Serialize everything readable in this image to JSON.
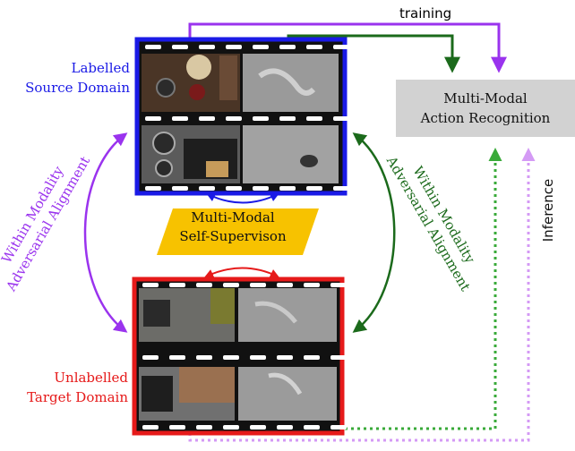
{
  "labels": {
    "training": "training",
    "labelled_line1": "Labelled",
    "labelled_line2": "Source Domain",
    "unlabelled_line1": "Unlabelled",
    "unlabelled_line2": "Target Domain",
    "mm_line1": "Multi-Modal",
    "mm_line2": "Self-Supervison",
    "ar_line1": "Multi-Modal",
    "ar_line2": "Action Recognition",
    "left_line1": "Within Modality",
    "left_line2": "Adversarial Alignment",
    "right_line1": "Within Modality",
    "right_line2": "Adversarial Alignment",
    "inference": "Inference"
  },
  "colors": {
    "source_border": "#1a1ae6",
    "target_border": "#e61a1a",
    "training_purple": "#9a33ee",
    "training_green": "#1b6a1b",
    "inference_green": "#3aaa3a",
    "inference_purple": "#d49af5",
    "self_supervision": "#f7c200",
    "action_box": "#d2d2d2"
  }
}
